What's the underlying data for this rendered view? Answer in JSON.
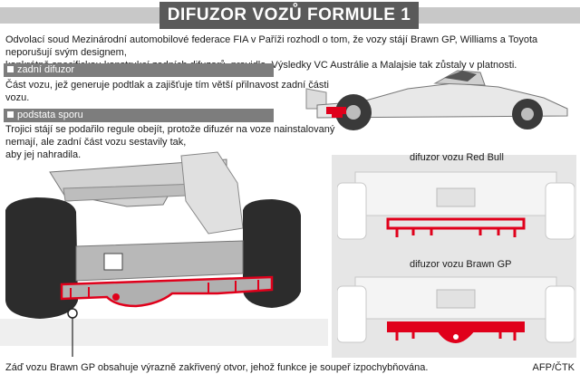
{
  "title": "DIFUZOR VOZŮ FORMULE 1",
  "intro": {
    "line1": "Odvolací soud Mezinárodní automobilové federace FIA v Paříži rozhodl o tom, že vozy stájí Brawn GP, Williams a Toyota neporušují svým designem,",
    "line2": "konkrétně specifickou konstrukcí zadních difuzorů, pravidla. Výsledky VC Austrálie a Malajsie tak zůstaly v platnosti."
  },
  "sections": [
    {
      "heading": "zadní difuzor",
      "lines": [
        "Část vozu, jež generuje podtlak a zajišťuje tím větší přilnavost zadní části",
        "vozu."
      ]
    },
    {
      "heading": "podstata sporu",
      "lines": [
        "Trojici stájí se podařilo regule obejít, protože difuzér na voze nainstalovaný",
        "nemají, ale zadní část vozu sestavily tak,",
        "aby jej nahradila."
      ]
    }
  ],
  "captions": {
    "red_bull": "difuzor vozu Red Bull",
    "brawn": "difuzor vozu Brawn GP",
    "bottom": "Záď vozu Brawn GP obsahuje výrazně zakřivený otvor, jehož funkce je soupeř izpochybňována."
  },
  "credit": "AFP/ČTK",
  "colors": {
    "accent": "#e0001b",
    "header": "#5a5a5a",
    "section": "#7d7d7d"
  }
}
